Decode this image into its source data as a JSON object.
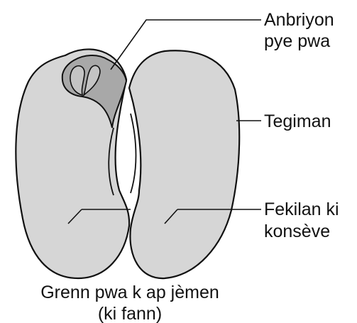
{
  "labels": {
    "embryo_line1": "Anbriyon",
    "embryo_line2": "pye pwa",
    "seed_coat": "Tegiman",
    "cotyledon_line1": "Fekilan ki",
    "cotyledon_line2": "konsève"
  },
  "caption": {
    "line1": "Grenn pwa k ap jèmen",
    "line2": "(ki fann)"
  },
  "colors": {
    "cotyledon_fill": "#d6d6d6",
    "embryo_fill": "#a8a8a8",
    "outline": "#111111",
    "background": "#ffffff"
  }
}
